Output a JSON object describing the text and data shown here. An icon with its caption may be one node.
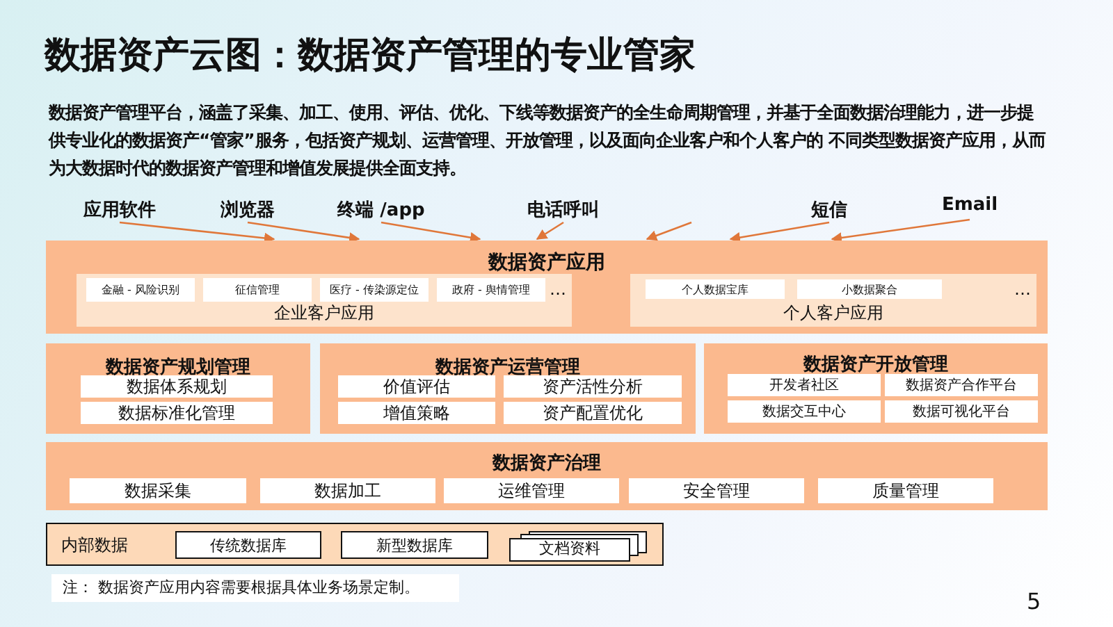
{
  "diagram": {
    "title": "数据资产云图：数据资产管理的专业管家",
    "nodes": [
      {
        "text": [
          "应用软件"
        ]
      },
      {
        "text": [
          "浏览器"
        ]
      },
      {
        "text": [
          "终端 /app"
        ]
      },
      {
        "text": [
          "电话呼叫"
        ]
      },
      {
        "text": [
          "短信"
        ]
      },
      {
        "text": [
          "Email"
        ]
      },
      {
        "text": [
          "数据资产应用"
        ]
      },
      {
        "text": [
          "企业客户应用",
          "…"
        ],
        "in": 6
      },
      {
        "text": [
          "金融 - 风险识别"
        ],
        "in": 7
      },
      {
        "text": [
          "征信管理"
        ],
        "in": 7
      },
      {
        "text": [
          "医疗 - 传染源定位"
        ],
        "in": 7
      },
      {
        "text": [
          "政府 - 舆情管理"
        ],
        "in": 7
      },
      {
        "text": [
          "个人客户应用",
          "…"
        ],
        "in": 6
      },
      {
        "text": [
          "个人数据宝库"
        ],
        "in": 12
      },
      {
        "text": [
          "小数据聚合"
        ],
        "in": 12
      },
      {
        "text": [
          "数据资产规划管理"
        ]
      },
      {
        "text": [
          "数据体系规划"
        ],
        "in": 15
      },
      {
        "text": [
          "数据标准化管理"
        ],
        "in": 15
      },
      {
        "text": [
          "数据资产运营管理"
        ]
      },
      {
        "text": [
          "价值评估"
        ],
        "in": 18
      },
      {
        "text": [
          "资产活性分析"
        ],
        "in": 18
      },
      {
        "text": [
          "增值策略"
        ],
        "in": 18
      },
      {
        "text": [
          "资产配置优化"
        ],
        "in": 18
      },
      {
        "text": [
          "数据资产开放管理"
        ]
      },
      {
        "text": [
          "开发者社区"
        ],
        "in": 23
      },
      {
        "text": [
          "数据资产合作平台"
        ],
        "in": 23
      },
      {
        "text": [
          "数据交互中心"
        ],
        "in": 23
      },
      {
        "text": [
          "数据可视化平台"
        ],
        "in": 23
      },
      {
        "text": [
          "数据资产治理"
        ]
      },
      {
        "text": [
          "数据采集"
        ],
        "in": 28
      },
      {
        "text": [
          "数据加工"
        ],
        "in": 28
      },
      {
        "text": [
          "运维管理"
        ],
        "in": 28
      },
      {
        "text": [
          "安全管理"
        ],
        "in": 28
      },
      {
        "text": [
          "质量管理"
        ],
        "in": 28
      },
      {
        "text": [
          "内部数据"
        ]
      },
      {
        "text": [
          "传统数据库"
        ],
        "in": 34
      },
      {
        "text": [
          "新型数据库"
        ],
        "in": 34
      },
      {
        "text": [
          "文档资料"
        ],
        "in": 34
      }
    ],
    "edges": [
      {
        "from": 0,
        "to": 6,
        "arrow": "to"
      },
      {
        "from": 1,
        "to": 6,
        "arrow": "to"
      },
      {
        "from": 2,
        "to": 6,
        "arrow": "to"
      },
      {
        "from": 3,
        "to": 6,
        "arrow": "to"
      },
      {
        "from": null,
        "to": 6,
        "arrow": "to"
      },
      {
        "from": 4,
        "to": 6,
        "arrow": "to"
      },
      {
        "from": 5,
        "to": 6,
        "arrow": "to"
      }
    ],
    "labels": [
      "数据资产管理平台，涵盖了采集、加工、使用、评估、优化、下线等数据资产的全生命周期管理，并基于全面数据治理能力，进一步提供专业化的数据资产“管家”服务，包括资产规划、运营管理、开放管理，以及面向企业客户和个人客户的 不同类型数据资产应用，从而为大数据时代的数据资产管理和增值发展提供全面支持。",
      "注： 数据资产应用内容需要根据具体业务场景定制。",
      "5"
    ]
  }
}
